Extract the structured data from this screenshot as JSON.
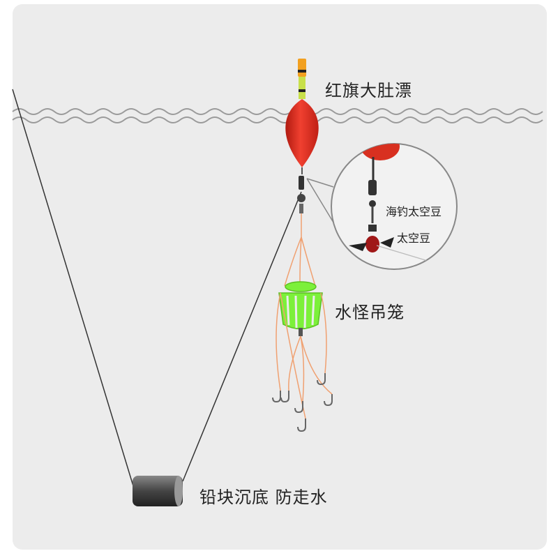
{
  "labels": {
    "float": "红旗大肚漂",
    "cage": "水怪吊笼",
    "sinker": "铅块沉底 防走水",
    "inset_main": "海钓太空豆",
    "inset_secondary": "太空豆"
  },
  "colors": {
    "panel": "#ececec",
    "float_body": "#e53425",
    "float_tip": "#c8e04a",
    "cage": "#7cf03a",
    "line": "#f0a070",
    "sinker": "#555555"
  }
}
